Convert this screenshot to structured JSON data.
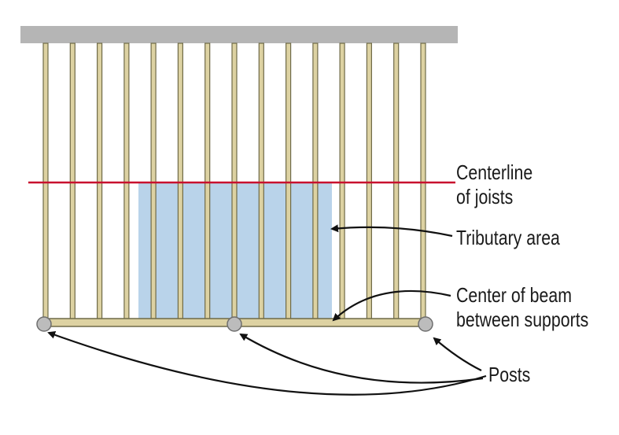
{
  "labels": {
    "centerline": [
      "Centerline",
      "of joists"
    ],
    "tributary": "Tributary area",
    "beam": [
      "Center of beam",
      "between supports"
    ],
    "posts": "Posts"
  },
  "colors": {
    "wall": "#b5b5b5",
    "joist_fill": "#ddd2a2",
    "joist_stroke": "#6f6a48",
    "centerline": "#c8102e",
    "tributary": "#b9d3ea",
    "post": "#bcbcbc",
    "arrow": "#111111"
  },
  "diagram": {
    "joist_count": 15,
    "post_count": 3
  }
}
